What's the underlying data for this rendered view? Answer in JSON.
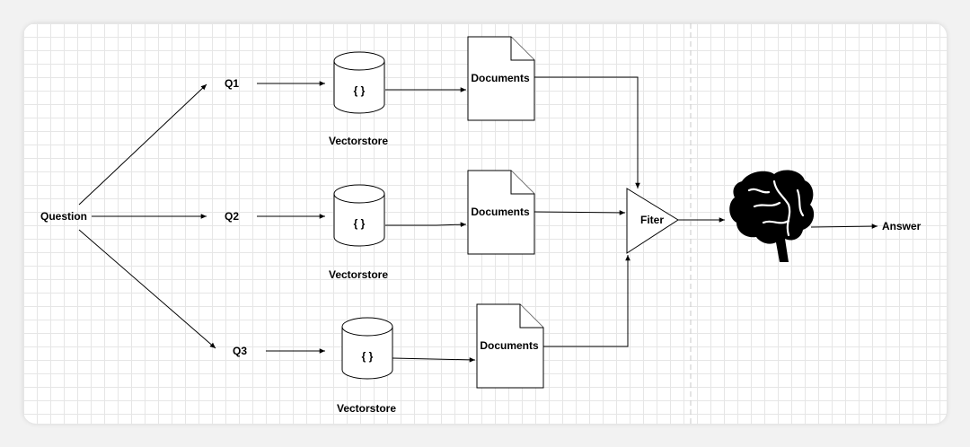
{
  "input_label": "Question",
  "queries": [
    {
      "label": "Q1",
      "store_label": "Vectorstore",
      "store_icon_text": "{ }",
      "doc_label": "Documents"
    },
    {
      "label": "Q2",
      "store_label": "Vectorstore",
      "store_icon_text": "{ }",
      "doc_label": "Documents"
    },
    {
      "label": "Q3",
      "store_label": "Vectorstore",
      "store_icon_text": "{ }",
      "doc_label": "Documents"
    }
  ],
  "filter_label": "Fiter",
  "model_icon": "brain-icon",
  "output_label": "Answer",
  "colors": {
    "stroke": "#000000",
    "grid": "#e6e6e6",
    "divider": "#c8c8c8",
    "background": "#ffffff"
  }
}
